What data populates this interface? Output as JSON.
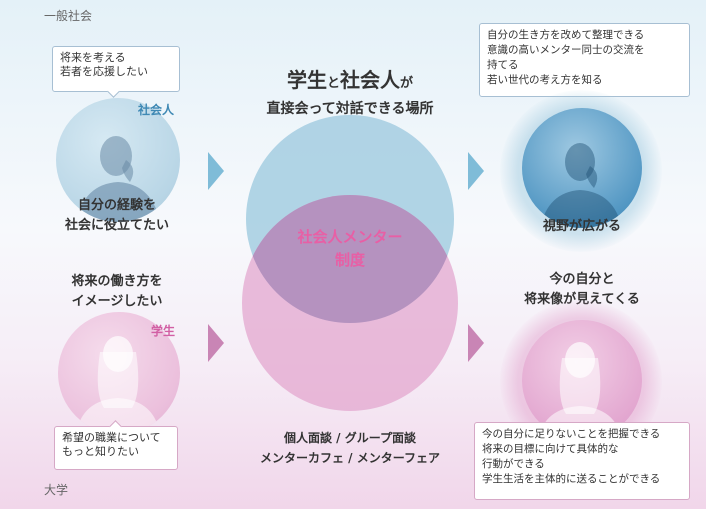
{
  "zones": {
    "top": "一般社会",
    "bottom": "大学"
  },
  "adult": {
    "speech": [
      "将来を考える",
      "若者を応援したい"
    ],
    "tag": "社会人",
    "wish": [
      "自分の経験を",
      "社会に役立てたい"
    ]
  },
  "student": {
    "wish": [
      "将来の働き方を",
      "イメージしたい"
    ],
    "tag": "学生",
    "speech": [
      "希望の職業について",
      "もっと知りたい"
    ]
  },
  "center": {
    "title_part1": "学生",
    "title_small": "と",
    "title_part2": "社会人",
    "title_small2": "が",
    "subtitle": "直接会って対話できる場所",
    "program_name": [
      "社会人メンター",
      "制度"
    ],
    "activities": [
      "個人面談 / グループ面談",
      "メンターカフェ / メンターフェア"
    ]
  },
  "adult_result": {
    "benefits": [
      "自分の生き方を改めて整理できる",
      "意識の高いメンター同士の交流を",
      "持てる",
      "若い世代の考え方を知る"
    ],
    "label": "視野が広がる"
  },
  "student_result": {
    "label": [
      "今の自分と",
      "将来像が見えてくる"
    ],
    "benefits": [
      "今の自分に足りないことを把握できる",
      "将来の目標に向けて具体的な",
      "行動ができる",
      "学生生活を主体的に送ることができる"
    ]
  },
  "colors": {
    "blue_circle": "#a9cfe2",
    "pink_circle": "#e3a7cf",
    "overlap": "#b592bf",
    "blue_arrow": "#7fbcd8",
    "pink_arrow": "#c985b5",
    "program_text": "#e85fa5"
  }
}
